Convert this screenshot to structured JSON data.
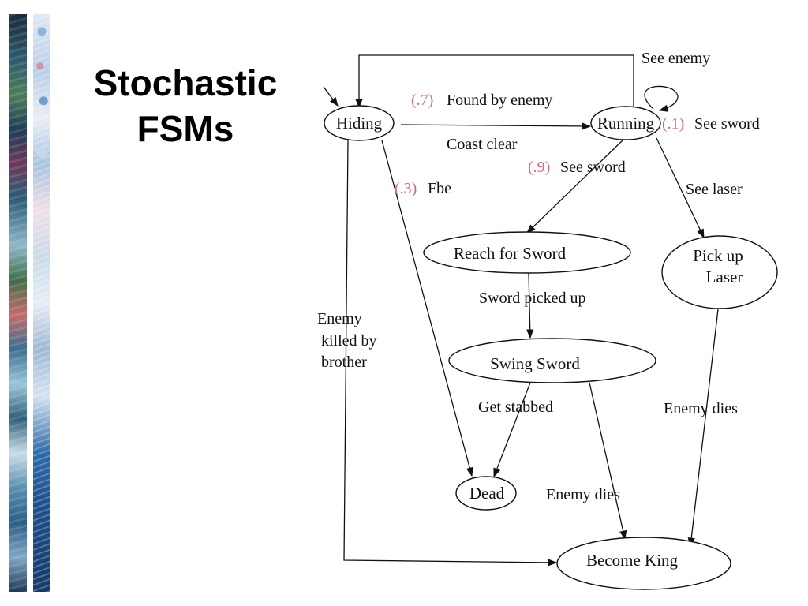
{
  "title": {
    "line1": "Stochastic",
    "line2": "FSMs"
  },
  "colors": {
    "probability": "#d4687a",
    "ink": "#111111"
  },
  "states": {
    "hiding": "Hiding",
    "running": "Running",
    "reach": "Reach for Sword",
    "pickup_line1": "Pick up",
    "pickup_line2": "Laser",
    "swing": "Swing Sword",
    "dead": "Dead",
    "king": "Become King"
  },
  "transitions": {
    "see_enemy": "See enemy",
    "found_prob": "(.7)",
    "found": "Found by enemy",
    "coast_clear": "Coast clear",
    "running_self_prob": "(.1)",
    "running_self": "See sword",
    "reach_prob": "(.9)",
    "reach": "See sword",
    "fbe_prob": "(.3)",
    "fbe": "Fbe",
    "see_laser": "See laser",
    "sword_picked": "Sword picked up",
    "brother_1": "Enemy",
    "brother_2": "killed by",
    "brother_3": "brother",
    "get_stabbed": "Get stabbed",
    "enemy_dies_laser": "Enemy dies",
    "enemy_dies_sword": "Enemy dies"
  }
}
